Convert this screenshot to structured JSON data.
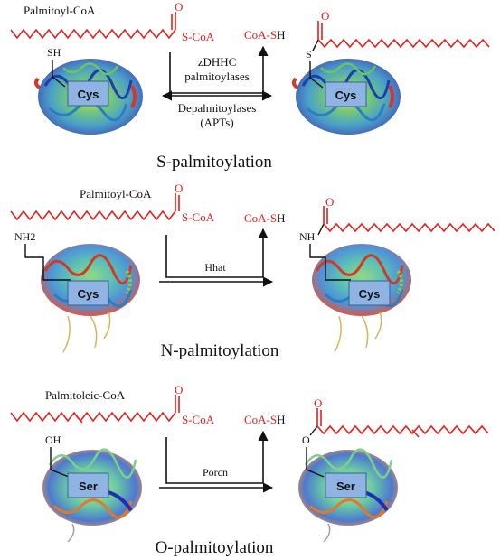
{
  "panels": [
    {
      "reagent": "Palmitoyl-CoA",
      "thioester": "S-CoA",
      "product": "CoA-S",
      "product_suffix": "H",
      "nucleophile": "SH",
      "linker_atom": "S",
      "residue": "Cys",
      "enzyme_forward": [
        "zDHHC",
        "palmitoylases"
      ],
      "enzyme_reverse": [
        "Depalmitoylases",
        "(APTs)"
      ],
      "title": "S-palmitoylation"
    },
    {
      "reagent": "Palmitoyl-CoA",
      "thioester": "S-CoA",
      "product": "CoA-S",
      "product_suffix": "H",
      "nucleophile": "NH2",
      "linker_atom": "NH",
      "residue": "Cys",
      "enzyme_forward": [
        "Hhat"
      ],
      "title": "N-palmitoylation"
    },
    {
      "reagent": "Palmitoleic-CoA",
      "thioester": "S-CoA",
      "product": "CoA-S",
      "product_suffix": "H",
      "nucleophile": "OH",
      "linker_atom": "O",
      "residue": "Ser",
      "enzyme_forward": [
        "Porcn"
      ],
      "title": "O-palmitoylation"
    }
  ],
  "colors": {
    "acyl_chain": "#e0201b",
    "residue_box": "#8fb4e3",
    "text": "#111111"
  }
}
